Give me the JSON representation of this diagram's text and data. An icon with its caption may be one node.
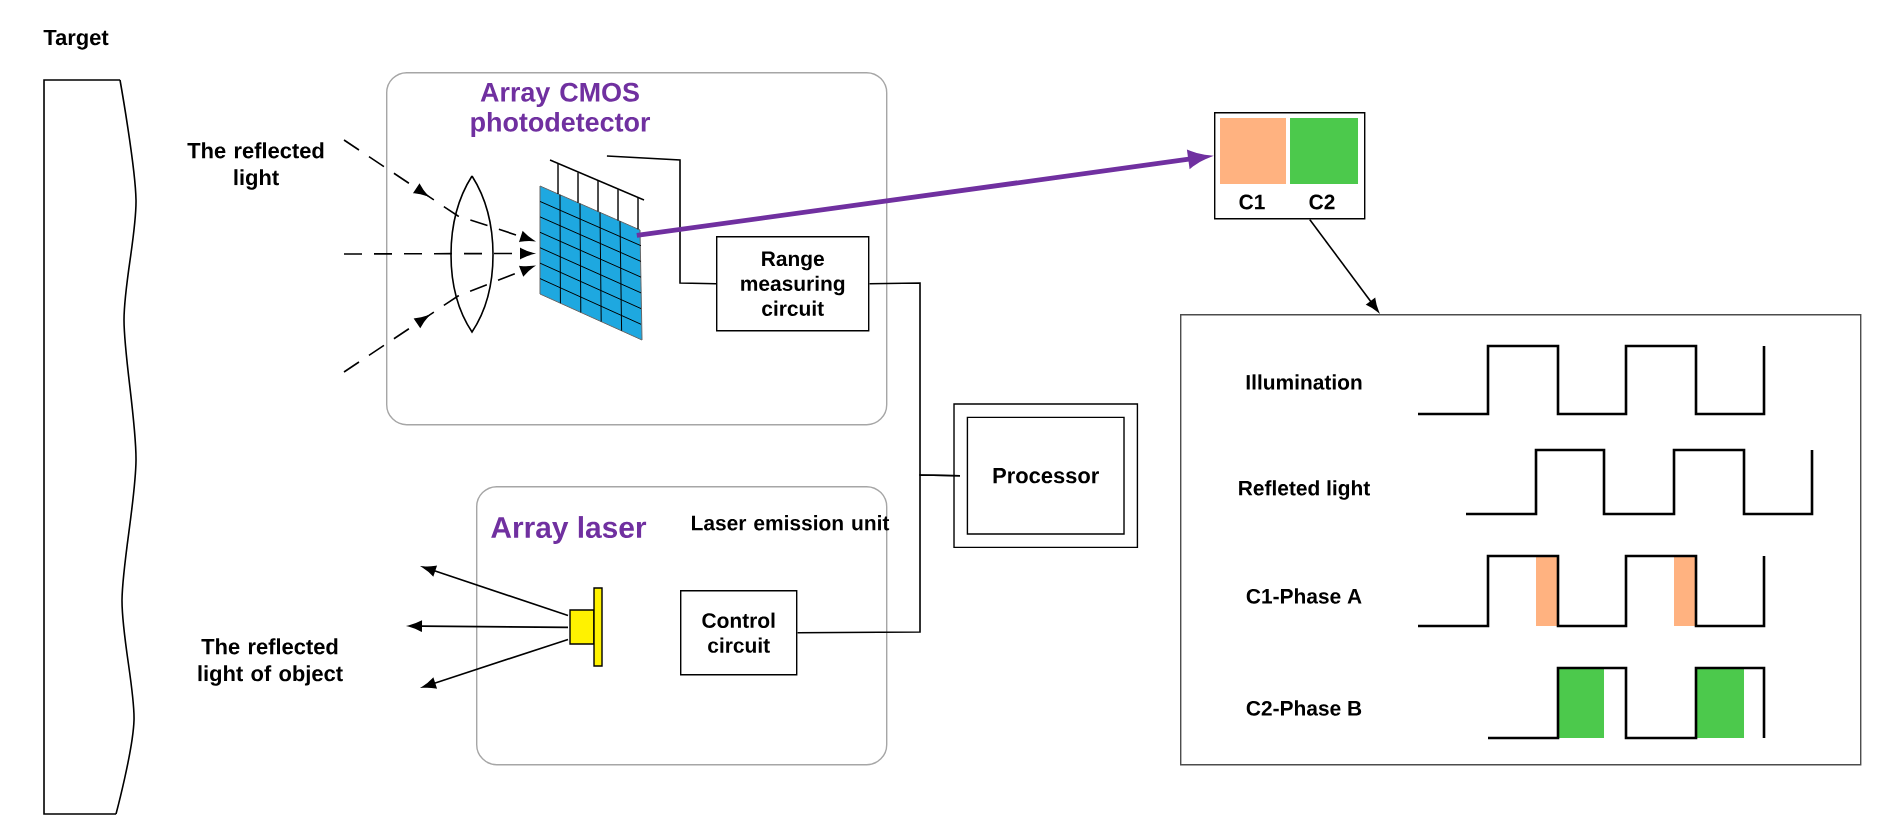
{
  "diagram": {
    "nodes": [
      {
        "text": [
          "Target"
        ]
      },
      {
        "text": [],
        "shape": "box"
      },
      {
        "text": [
          "Array CMOS photodetector"
        ],
        "in": 1
      },
      {
        "text": [
          "Range measuring circuit"
        ],
        "in": 1
      },
      {
        "text": [
          "Laser emission unit"
        ]
      },
      {
        "text": [
          "Array laser"
        ],
        "in": 4
      },
      {
        "text": [
          "Control circuit"
        ],
        "in": 4
      },
      {
        "text": [
          "Processor"
        ]
      },
      {
        "text": [
          "C1",
          "C2"
        ]
      },
      {
        "text": [
          "Illumination",
          "Refleted light",
          "C1-Phase A",
          "C2-Phase B"
        ]
      }
    ],
    "edges": [
      {
        "from": 2,
        "to": 3,
        "arrow": "none"
      },
      {
        "from": 3,
        "to": 7,
        "arrow": "none"
      },
      {
        "from": 6,
        "to": 7,
        "arrow": "none"
      },
      {
        "from": 2,
        "to": 8,
        "arrow": "to",
        "style": "thick",
        "color": "#7030a0"
      },
      {
        "from": 8,
        "to": 9,
        "arrow": "to"
      },
      {
        "from": null,
        "to": 2,
        "arrow": "to",
        "style": "dashed"
      },
      {
        "from": null,
        "to": 2,
        "arrow": "to",
        "style": "dashed"
      },
      {
        "from": null,
        "to": 2,
        "arrow": "to",
        "style": "dashed"
      },
      {
        "from": 5,
        "to": null,
        "arrow": "to"
      },
      {
        "from": 5,
        "to": null,
        "arrow": "to"
      },
      {
        "from": 5,
        "to": null,
        "arrow": "to"
      }
    ],
    "labels": [
      "The reflected light",
      "The reflected light of object"
    ]
  }
}
